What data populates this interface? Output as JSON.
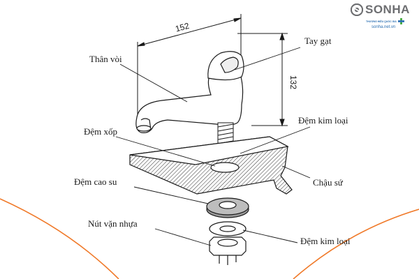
{
  "labels": {
    "than_voi": "Thân vòi",
    "tay_gat": "Tay gạt",
    "dem_xop": "Đệm xốp",
    "dem_kim_loai_top": "Đệm kim loại",
    "chau_su": "Chậu sứ",
    "dem_cao_su": "Đệm cao su",
    "nut_van_nhua": "Nút vặn nhựa",
    "dem_kim_loai_bottom": "Đệm kim loại"
  },
  "dimensions": {
    "width": "152",
    "height": "132"
  },
  "brand": {
    "name": "SONHA",
    "subtitle": "THƯƠNG HIỆU QUỐC GIA",
    "website": "sonha.net.vn"
  },
  "colors": {
    "line": "#1a1a1a",
    "brand_gray": "#6d6e71",
    "brand_blue": "#2a6fb2",
    "brand_green": "#3aa635",
    "accent_curve": "#f07a2a"
  }
}
